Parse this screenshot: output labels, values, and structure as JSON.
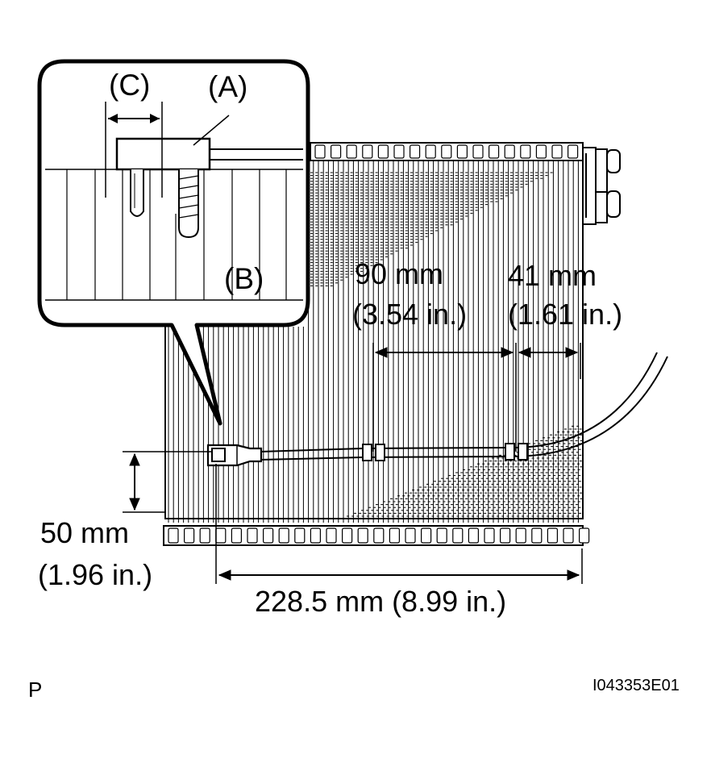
{
  "labels": {
    "c": "(C)",
    "a": "(A)",
    "b": "(B)"
  },
  "dims": {
    "d90_mm": "90 mm",
    "d90_in": "(3.54 in.)",
    "d41_mm": "41 mm",
    "d41_in": "(1.61 in.)",
    "d50_mm": "50 mm",
    "d50_in": "(1.96 in.)",
    "d228": "228.5 mm (8.99 in.)"
  },
  "corner": {
    "letter": "P",
    "code": "I043353E01"
  }
}
